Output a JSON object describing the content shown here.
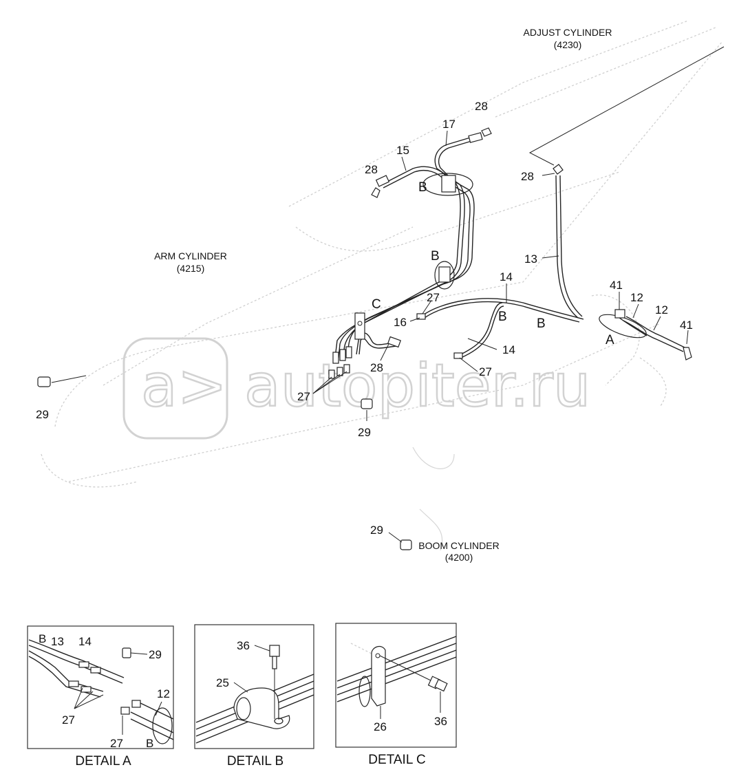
{
  "cylinders": {
    "adjust": {
      "name": "ADJUST CYLINDER",
      "code": "(4230)"
    },
    "arm": {
      "name": "ARM CYLINDER",
      "code": "(4215)"
    },
    "boom": {
      "name": "BOOM CYLINDER",
      "code": "(4200)"
    }
  },
  "callouts": {
    "p28a": "28",
    "p17": "17",
    "p15": "15",
    "p28b": "28",
    "p28c": "28",
    "p13": "13",
    "p14a": "14",
    "p41a": "41",
    "p12a": "12",
    "p12b": "12",
    "p41b": "41",
    "p27a": "27",
    "p16": "16",
    "p28d": "28",
    "p14b": "14",
    "p27b": "27",
    "p27c": "27",
    "p29a": "29",
    "p29b": "29",
    "p29c": "29"
  },
  "view_marks": {
    "b1": "B",
    "b2": "B",
    "c1": "C",
    "b3": "B",
    "b4": "B",
    "a1": "A"
  },
  "details": {
    "a": {
      "title": "DETAIL  A",
      "callouts": {
        "b_top": "B",
        "p13": "13",
        "p14": "14",
        "p29": "29",
        "p12": "12",
        "p27a": "27",
        "p27b": "27",
        "b_bottom": "B"
      }
    },
    "b": {
      "title": "DETAIL  B",
      "callouts": {
        "p36": "36",
        "p25": "25"
      }
    },
    "c": {
      "title": "DETAIL  C",
      "callouts": {
        "p26": "26",
        "p36": "36"
      }
    }
  },
  "watermark": "autopiter.ru",
  "colors": {
    "line": "#222222",
    "ghost": "#cfcfcf",
    "background": "#ffffff"
  }
}
